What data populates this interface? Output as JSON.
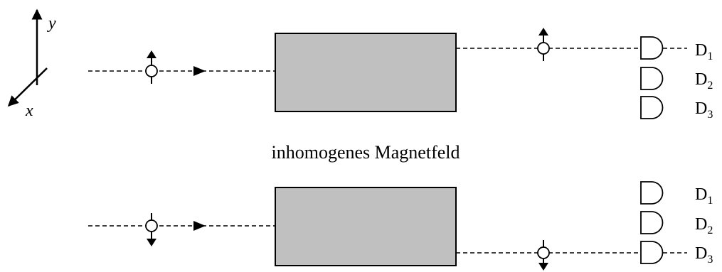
{
  "axes": {
    "y_label": "y",
    "x_label": "x"
  },
  "field_label": "inhomogenes Magnetfeld",
  "detectors": {
    "top": [
      {
        "letter": "D",
        "sub": "1"
      },
      {
        "letter": "D",
        "sub": "2"
      },
      {
        "letter": "D",
        "sub": "3"
      }
    ],
    "bottom": [
      {
        "letter": "D",
        "sub": "1"
      },
      {
        "letter": "D",
        "sub": "2"
      },
      {
        "letter": "D",
        "sub": "3"
      }
    ]
  },
  "colors": {
    "magnet_fill": "#c0c0c0",
    "stroke": "#000000",
    "background": "#ffffff"
  },
  "spin_states": {
    "top_input": "spin-up",
    "top_output": "spin-up",
    "bottom_input": "spin-down",
    "bottom_output": "spin-down"
  }
}
